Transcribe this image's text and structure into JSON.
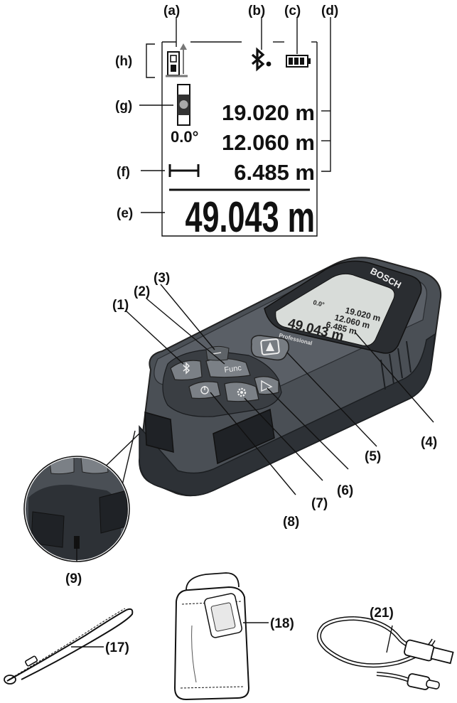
{
  "display": {
    "readings": [
      "19.020 m",
      "12.060 m",
      "6.485 m"
    ],
    "main_reading": "49.043 m",
    "angle": "0.0°"
  },
  "display_callouts": {
    "a": "(a)",
    "b": "(b)",
    "c": "(c)",
    "d": "(d)",
    "e": "(e)",
    "f": "(f)",
    "g": "(g)",
    "h": "(h)"
  },
  "device": {
    "brand": "BOSCH",
    "series": "Professional",
    "func_button": "Func",
    "screen_readings": [
      "19.020 m",
      "12.060 m",
      "6.485 m"
    ],
    "screen_main": "49.043 m",
    "screen_angle": "0.0°"
  },
  "device_callouts": {
    "c1": "(1)",
    "c2": "(2)",
    "c3": "(3)",
    "c4": "(4)",
    "c5": "(5)",
    "c6": "(6)",
    "c7": "(7)",
    "c8": "(8)",
    "c9": "(9)"
  },
  "accessories": {
    "c17": "(17)",
    "c18": "(18)",
    "c21": "(21)"
  },
  "colors": {
    "device_body": "#4a4f55",
    "device_dark": "#2d3136",
    "screen": "#d8dcd9",
    "line": "#111111"
  }
}
